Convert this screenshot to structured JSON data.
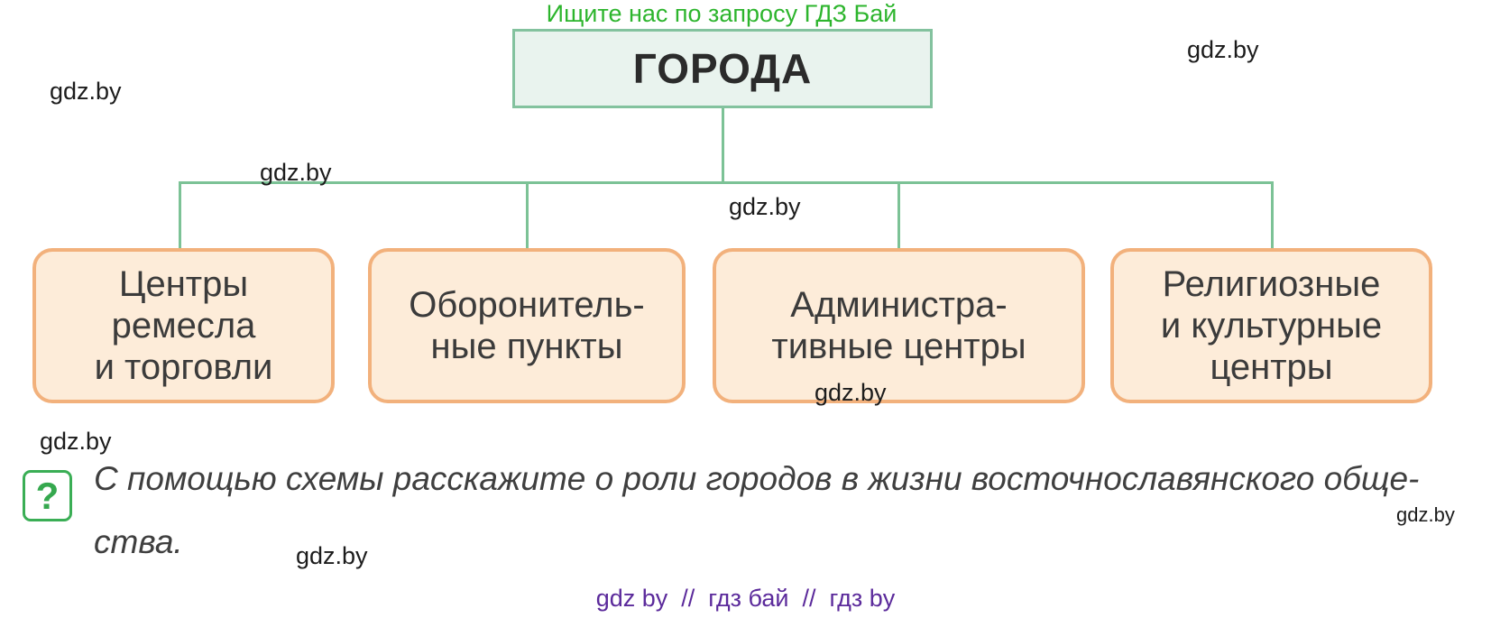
{
  "header": {
    "promo": "Ищите нас по запросу ГДЗ Бай"
  },
  "diagram": {
    "root_label": "ГОРОДА",
    "children": [
      {
        "label": "Центры ремесла и торговли",
        "lines": [
          "Центры",
          "ремесла",
          "и торговли"
        ]
      },
      {
        "label": "Оборонительные пункты",
        "lines": [
          "Оборонитель-",
          "ные пункты"
        ]
      },
      {
        "label": "Административные центры",
        "lines": [
          "Администра-",
          "тивные центры"
        ]
      },
      {
        "label": "Религиозные и культурные центры",
        "lines": [
          "Религиозные",
          "и культурные",
          "центры"
        ]
      }
    ]
  },
  "question": {
    "icon_glyph": "?",
    "full_text": "С помощью схемы расскажите о роли городов в жизни восточнославянского общества.",
    "line1": "С помощью схемы расскажите о роли городов в жизни восточнославянского обще-",
    "line2": "ства."
  },
  "watermark": {
    "text": "gdz.by"
  },
  "footer": {
    "text": "gdz by  //  гдз бай  //  гдз by"
  },
  "colors": {
    "connector_green": "#7cc296",
    "root_fill": "#e9f3ee",
    "root_border": "#83c29e",
    "branch_fill": "#fdecd9",
    "branch_border": "#f2b17c",
    "promo_green": "#2db52d",
    "question_green": "#35a84e",
    "footer_purple": "#5b2a9b"
  }
}
